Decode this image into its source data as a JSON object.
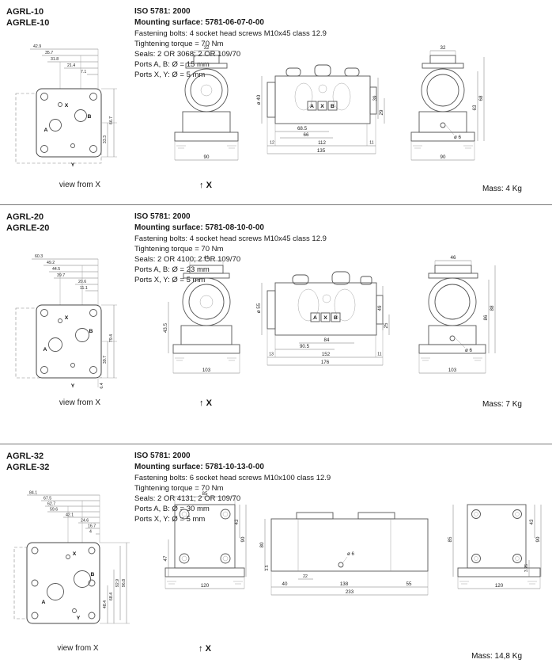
{
  "sections": [
    {
      "id": "agrl-10",
      "models": [
        "AGRL-10",
        "AGRLE-10"
      ],
      "iso": "ISO 5781: 2000",
      "mounting": "Mounting surface: 5781-06-07-0-00",
      "specs": [
        "Fastening bolts: 4 socket head screws M10x45 class 12.9",
        "Tightening torque = 70 Nm",
        "Seals: 2 OR 3068; 2 OR 109/70",
        "Ports A, B: Ø = 15 mm",
        "Ports  X, Y: Ø = 5 mm"
      ],
      "view_label": "view from X",
      "axis_label": "↑ X",
      "mass": "Mass: 4 Kg",
      "dims": {
        "surface_top": [
          "42.9",
          "35.7",
          "31.8",
          "21.4",
          "7.1"
        ],
        "surface_right": [
          "33.3",
          "66.7"
        ],
        "front_top": "32",
        "front_bottom": "90",
        "side_left": "ø 40",
        "side_right_upper": "39",
        "side_right_lower": "29",
        "side_row1": "68.5",
        "side_row2": "66",
        "side_row3_left": "12",
        "side_row3_mid": "112",
        "side_row3_right": "11",
        "side_row4": "135",
        "rear_top": "32",
        "rear_right_inner": "63",
        "rear_right_outer": "68",
        "rear_hole": "ø 6",
        "rear_bottom": "90",
        "ports": {
          "x": "X",
          "a": "A",
          "b": "B",
          "y": "Y"
        },
        "axb": [
          "A",
          "X",
          "B"
        ]
      }
    },
    {
      "id": "agrl-20",
      "models": [
        "AGRL-20",
        "AGRLE-20"
      ],
      "iso": "ISO 5781: 2000",
      "mounting": "Mounting surface: 5781-08-10-0-00",
      "specs": [
        "Fastening bolts: 4 socket head screws M10x45 class 12.9",
        "Tightening torque = 70 Nm",
        "Seals: 2 OR 4100; 2 OR 109/70",
        "Ports A, B: Ø = 23 mm",
        "Ports  X, Y: Ø = 5 mm"
      ],
      "view_label": "view from X",
      "axis_label": "↑ X",
      "mass": "Mass: 7 Kg",
      "dims": {
        "surface_top": [
          "60.3",
          "49.2",
          "44.5",
          "39.7",
          "20.6",
          "11.1"
        ],
        "surface_right": [
          "39.7",
          "79.4"
        ],
        "surface_bottom": "6.4",
        "front_top": "41",
        "front_left": "43.5",
        "front_bottom": "103",
        "side_left": "ø 55",
        "side_right_upper": "49",
        "side_right_lower": "25",
        "side_row1": "84",
        "side_row2": "90.5",
        "side_row3_left": "13",
        "side_row3_mid": "152",
        "side_row3_right": "11",
        "side_row4": "176",
        "rear_top": "46",
        "rear_right_inner": "86",
        "rear_right_outer": "88",
        "rear_hole": "ø 6",
        "rear_bottom": "103",
        "ports": {
          "x": "X",
          "a": "A",
          "b": "B",
          "y": "Y"
        },
        "axb": [
          "A",
          "X",
          "B"
        ]
      }
    },
    {
      "id": "agrl-32",
      "models": [
        "AGRL-32",
        "AGRLE-32"
      ],
      "iso": "ISO 5781: 2000",
      "mounting": "Mounting surface: 5781-10-13-0-00",
      "specs": [
        "Fastening bolts: 6 socket head screws M10x100 class 12.9",
        "Tightening torque = 70 Nm",
        "Seals: 2 OR 4131; 2 OR 109/70",
        "Ports A, B: Ø = 30 mm",
        "Ports  X, Y: Ø = 5 mm"
      ],
      "view_label": "view from X",
      "axis_label": "↑ X",
      "mass": "Mass: 14,8 Kg",
      "dims": {
        "surface_top": [
          "84.1",
          "67.5",
          "62.7",
          "59.6",
          "42.1",
          "24.6",
          "16.7",
          "4"
        ],
        "surface_right": [
          "48.4",
          "68.4",
          "92.9",
          "96.8"
        ],
        "front_top": "85",
        "front_left": "47",
        "front_right_upper": "43",
        "front_right_outer": "90",
        "front_bottom": "120",
        "side_left": "80",
        "side_hole": "ø 6",
        "side_row1": "22",
        "side_row2_a": "40",
        "side_row2_b": "138",
        "side_row2_c": "55",
        "side_row3": "233",
        "side_offset": "3.5",
        "rear_left": "85",
        "rear_right_small": "3.25",
        "rear_right_upper": "43",
        "rear_right_outer": "90",
        "rear_bottom": "120",
        "ports": {
          "x": "X",
          "a": "A",
          "b": "B",
          "y": "Y"
        }
      }
    }
  ]
}
